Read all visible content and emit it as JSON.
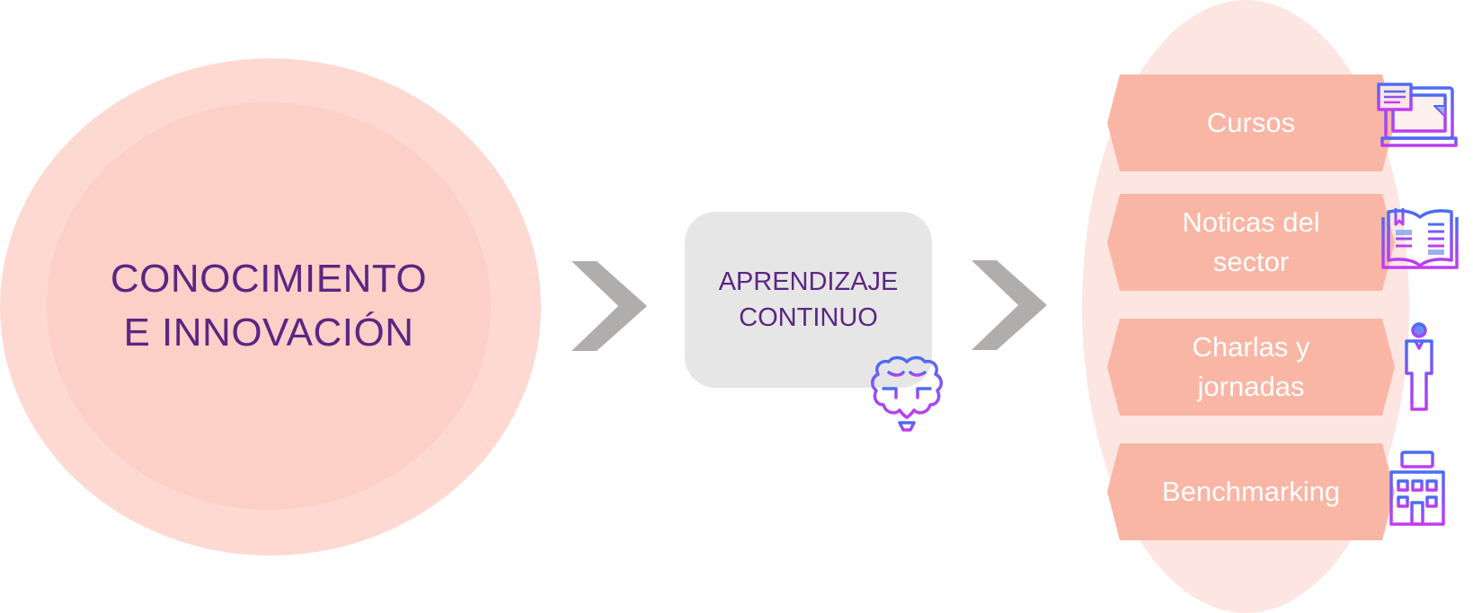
{
  "main_circle": {
    "line1": "CONOCIMIENTO",
    "line2": "E INNOVACIÓN"
  },
  "center_box": {
    "line1": "APRENDIZAJE",
    "line2": "CONTINUO",
    "icon": "brain-icon"
  },
  "items": [
    {
      "line1": "Cursos",
      "line2": "",
      "icon": "laptop-icon"
    },
    {
      "line1": "Noticas del",
      "line2": "sector",
      "icon": "open-book-icon"
    },
    {
      "line1": "Charlas y",
      "line2": "jornadas",
      "icon": "person-icon"
    },
    {
      "line1": "Benchmarking",
      "line2": "",
      "icon": "building-icon"
    }
  ],
  "colors": {
    "purple_text": "#5b2683",
    "circle_outer": "#fdd9d2",
    "circle_inner": "#fcd0c7",
    "box_gray": "#e6e6e6",
    "arrow_gray": "#b0adad",
    "tag_salmon": "#fab6a5",
    "right_ellipse": "#fde6e2",
    "icon_gradient_start": "#4a6cf7",
    "icon_gradient_end": "#c23bf2"
  }
}
